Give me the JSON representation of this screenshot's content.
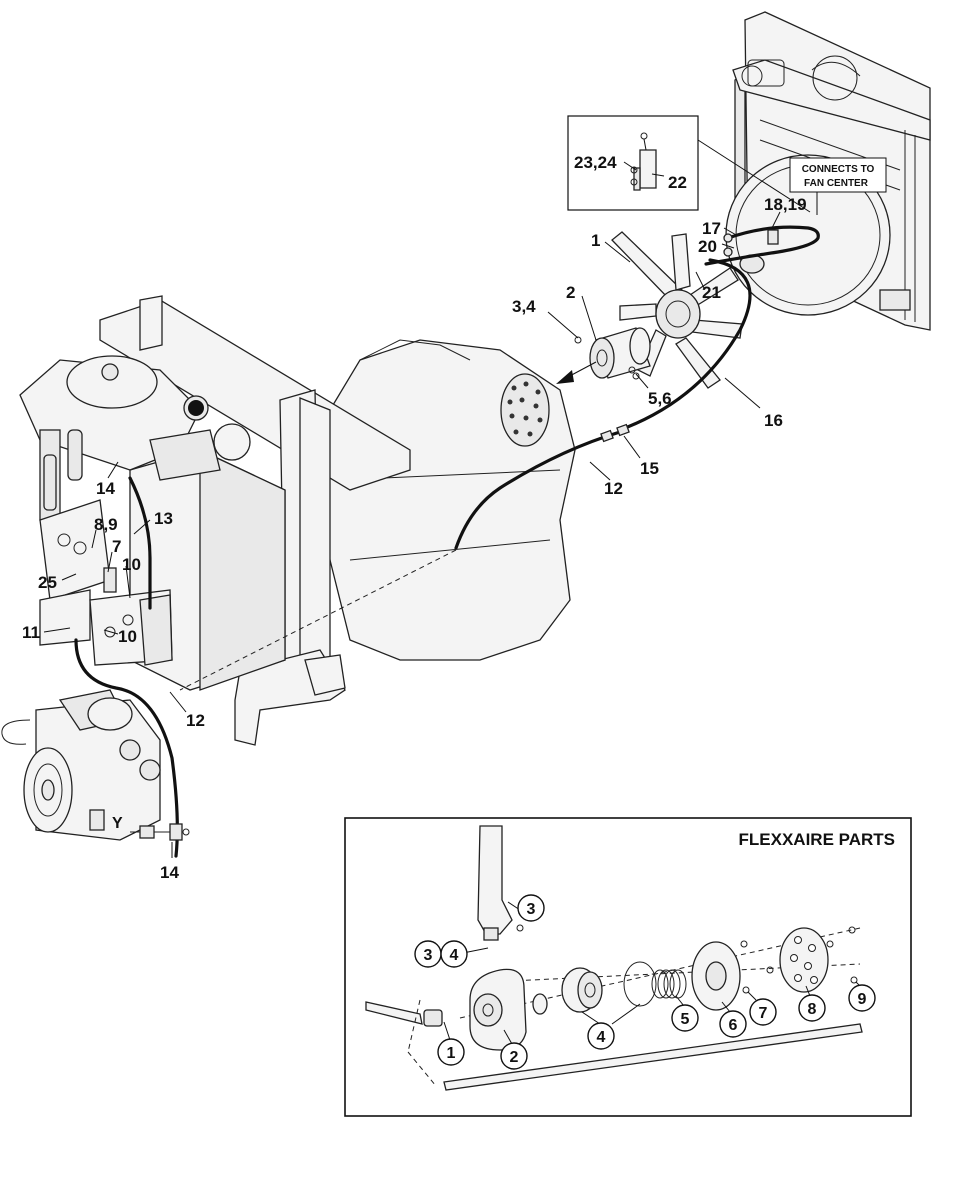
{
  "main_callouts": [
    {
      "id": "c1",
      "text": "1"
    },
    {
      "id": "c2",
      "text": "2"
    },
    {
      "id": "c34",
      "text": "3,4"
    },
    {
      "id": "c56",
      "text": "5,6"
    },
    {
      "id": "c7",
      "text": "7"
    },
    {
      "id": "c89",
      "text": "8,9"
    },
    {
      "id": "c10a",
      "text": "10"
    },
    {
      "id": "c10b",
      "text": "10"
    },
    {
      "id": "c11",
      "text": "11"
    },
    {
      "id": "c12a",
      "text": "12"
    },
    {
      "id": "c12b",
      "text": "12"
    },
    {
      "id": "c13",
      "text": "13"
    },
    {
      "id": "c14a",
      "text": "14"
    },
    {
      "id": "c14b",
      "text": "14"
    },
    {
      "id": "c15",
      "text": "15"
    },
    {
      "id": "c16",
      "text": "16"
    },
    {
      "id": "c17",
      "text": "17"
    },
    {
      "id": "c1819",
      "text": "18,19"
    },
    {
      "id": "c20",
      "text": "20"
    },
    {
      "id": "c21",
      "text": "21"
    },
    {
      "id": "c22",
      "text": "22"
    },
    {
      "id": "c2324",
      "text": "23,24"
    },
    {
      "id": "c25",
      "text": "25"
    },
    {
      "id": "cY",
      "text": "Y"
    }
  ],
  "fan_center_note": [
    "CONNECTS TO",
    "FAN CENTER"
  ],
  "flexxaire": {
    "title": "FLEXXAIRE PARTS",
    "callouts": [
      "1",
      "2",
      "3",
      "3",
      "4",
      "4",
      "5",
      "6",
      "7",
      "8",
      "9"
    ]
  },
  "colors": {
    "line": "#111111",
    "fill": "#f4f4f4",
    "background": "#ffffff"
  }
}
